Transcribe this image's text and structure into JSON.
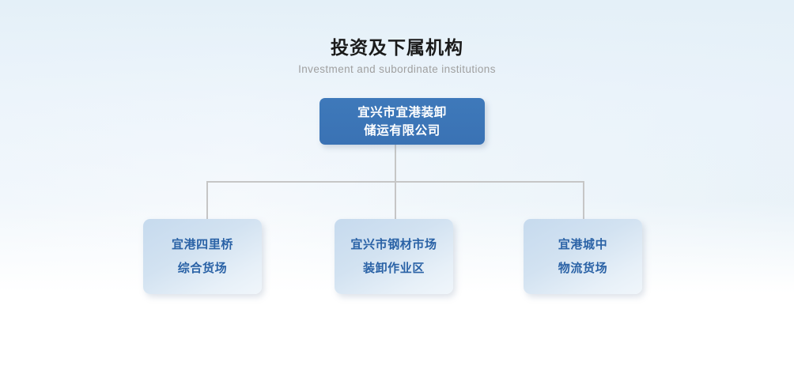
{
  "header": {
    "title": "投资及下属机构",
    "subtitle": "Investment and subordinate institutions"
  },
  "colors": {
    "root_node_bg": "#3a76b8",
    "root_node_text": "#ffffff",
    "child_node_bg": "#cadcef",
    "child_node_text": "#2a62a6",
    "connector": "#c6c6c6",
    "title_text": "#1a1a1a",
    "subtitle_text": "#a0a0a0",
    "background_top_left": "#eef5fb",
    "background_top_right": "#e2eef6",
    "background_bottom": "#ffffff"
  },
  "org_chart": {
    "root": {
      "line1": "宜兴市宜港装卸",
      "line2": "储运有限公司"
    },
    "children": [
      {
        "line1": "宜港四里桥",
        "line2": "综合货场"
      },
      {
        "line1": "宜兴市钢材市场",
        "line2": "装卸作业区"
      },
      {
        "line1": "宜港城中",
        "line2": "物流货场"
      }
    ]
  }
}
